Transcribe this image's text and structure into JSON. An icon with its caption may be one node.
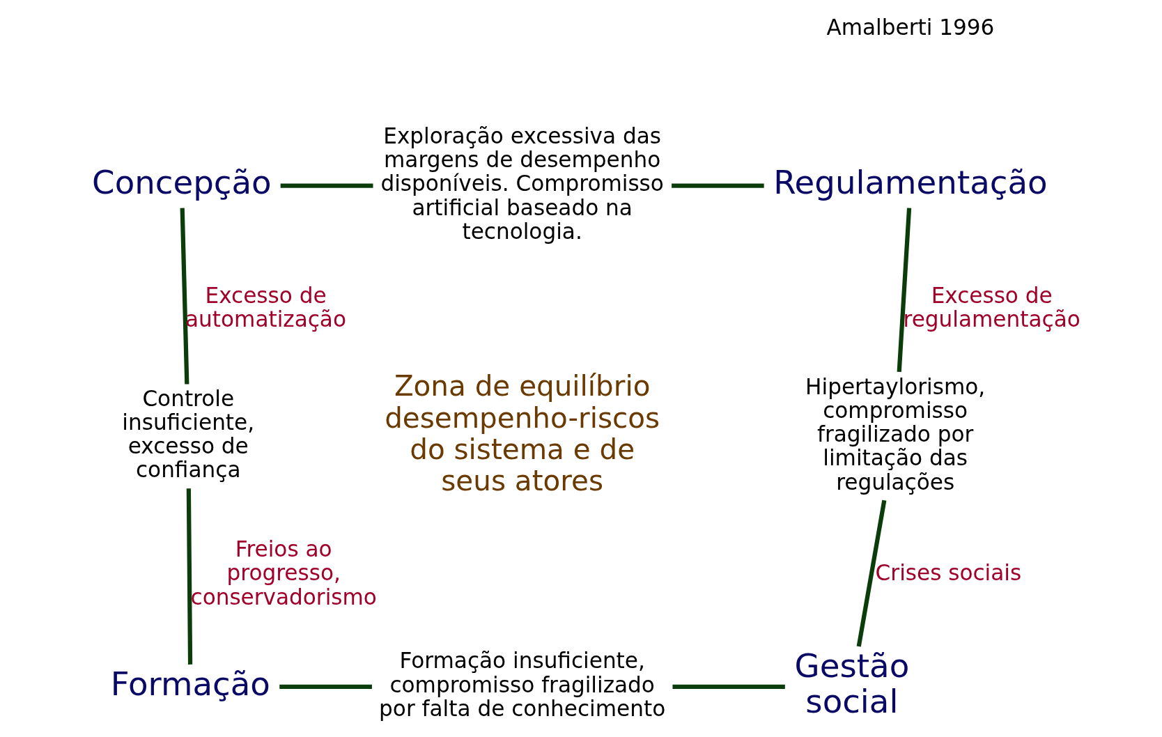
{
  "diagram": {
    "nodes": [
      {
        "text": [
          "Concepção"
        ]
      },
      {
        "text": [
          "Exploração excessiva das margens de desempenho disponíveis. Compromisso artificial baseado na tecnologia."
        ]
      },
      {
        "text": [
          "Regulamentação"
        ]
      },
      {
        "text": [
          "Controle insuficiente, excesso de confiança"
        ]
      },
      {
        "text": [
          "Zona de equilíbrio desempenho-riscos do sistema e de seus atores"
        ]
      },
      {
        "text": [
          "Hipertaylorismo, compromisso fragilizado por limitação das regulações"
        ]
      },
      {
        "text": [
          "Formação"
        ]
      },
      {
        "text": [
          "Formação insuficiente, compromisso fragilizado por falta de conhecimento"
        ]
      },
      {
        "text": [
          "Gestão social"
        ]
      }
    ],
    "edges": [
      {
        "from": 0,
        "to": 1,
        "arrow": "none"
      },
      {
        "from": 1,
        "to": 2,
        "arrow": "none"
      },
      {
        "from": 0,
        "to": 3,
        "arrow": "none",
        "label": "Excesso de automatização"
      },
      {
        "from": 3,
        "to": 6,
        "arrow": "none",
        "label": "Freios ao progresso, conservadorismo"
      },
      {
        "from": 2,
        "to": 5,
        "arrow": "none",
        "label": "Excesso de regulamentação"
      },
      {
        "from": 5,
        "to": 8,
        "arrow": "none",
        "label": "Crises sociais"
      },
      {
        "from": 6,
        "to": 7,
        "arrow": "none"
      },
      {
        "from": 7,
        "to": 8,
        "arrow": "none"
      }
    ],
    "labels": [
      "Amalberti 1996"
    ]
  }
}
